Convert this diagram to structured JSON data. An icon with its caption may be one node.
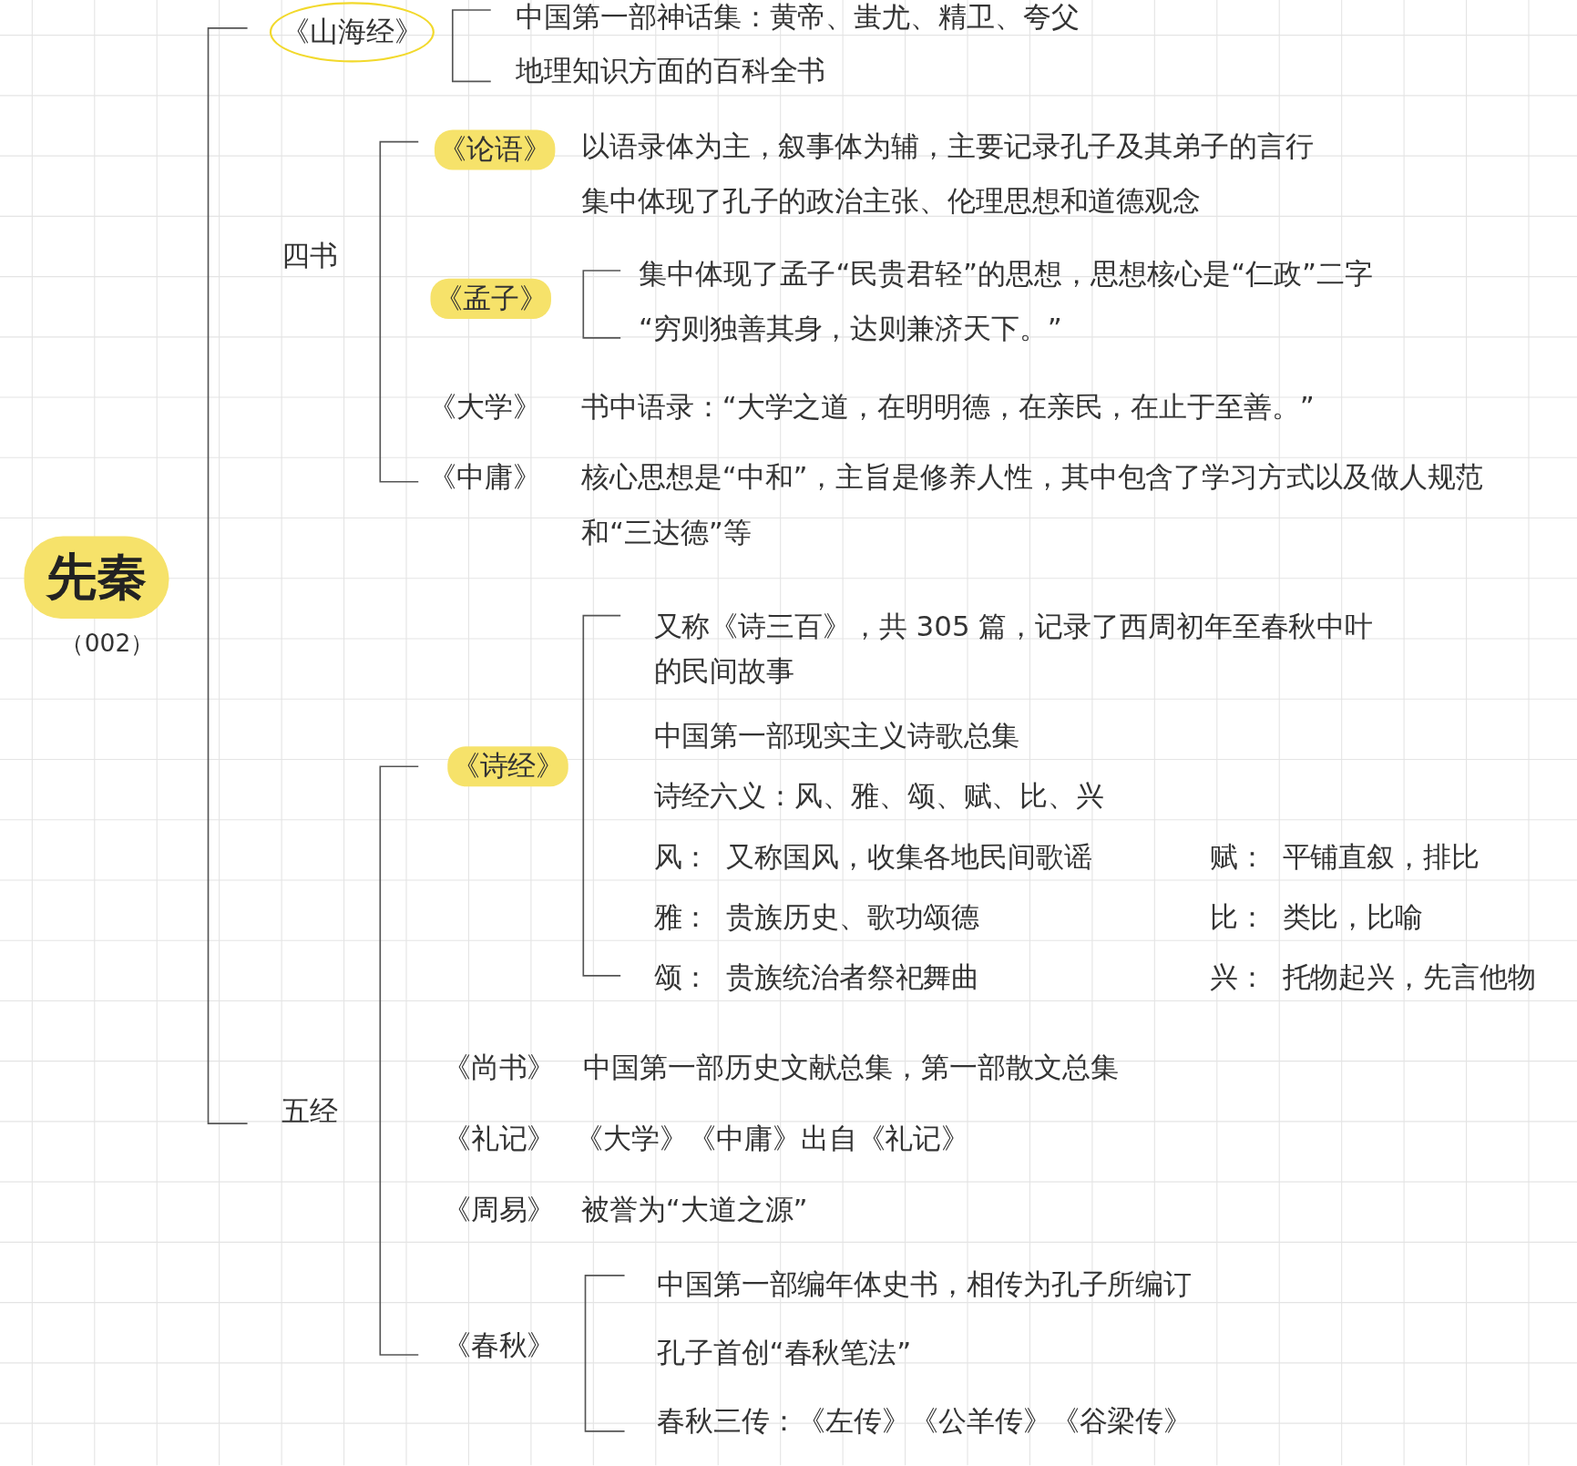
{
  "diagram": {
    "nodes": [
      {
        "text": [
          "先秦"
        ],
        "beside": [
          "（002）"
        ]
      },
      {
        "text": [
          "《山海经》"
        ]
      },
      {
        "text": [
          "中国第一部神话集：黄帝、蚩尤、精卫、夸父"
        ]
      },
      {
        "text": [
          "地理知识方面的百科全书"
        ]
      },
      {
        "text": [
          "四书"
        ]
      },
      {
        "text": [
          "《论语》"
        ]
      },
      {
        "text": [
          "以语录体为主，叙事体为辅，主要记录孔子及其弟子的言行"
        ]
      },
      {
        "text": [
          "集中体现了孔子的政治主张、伦理思想和道德观念"
        ]
      },
      {
        "text": [
          "《孟子》"
        ]
      },
      {
        "text": [
          "集中体现了孟子“民贵君轻”的思想，思想核心是“仁政”二字"
        ]
      },
      {
        "text": [
          "“穷则独善其身，达则兼济天下。”"
        ]
      },
      {
        "text": [
          "《大学》"
        ]
      },
      {
        "text": [
          "书中语录：“大学之道，在明明德，在亲民，在止于至善。”"
        ]
      },
      {
        "text": [
          "《中庸》"
        ]
      },
      {
        "text": [
          "核心思想是“中和”，主旨是修养人性，其中包含了学习方式以及做人规范和“三达德”等"
        ]
      },
      {
        "text": [
          "五经"
        ]
      },
      {
        "text": [
          "《诗经》"
        ]
      },
      {
        "text": [
          "又称《诗三百》，共 305 篇，记录了西周初年至春秋中叶的民间故事"
        ]
      },
      {
        "text": [
          "中国第一部现实主义诗歌总集"
        ]
      },
      {
        "text": [
          "诗经六义：风、雅、颂、赋、比、兴"
        ]
      },
      {
        "text": [
          "风：",
          "又称国风，收集各地民间歌谣"
        ]
      },
      {
        "text": [
          "赋：",
          "平铺直叙，排比"
        ]
      },
      {
        "text": [
          "雅：",
          "贵族历史、歌功颂德"
        ]
      },
      {
        "text": [
          "比：",
          "类比，比喻"
        ]
      },
      {
        "text": [
          "颂：",
          "贵族统治者祭祀舞曲"
        ]
      },
      {
        "text": [
          "兴：",
          "托物起兴，先言他物"
        ]
      },
      {
        "text": [
          "《尚书》"
        ]
      },
      {
        "text": [
          "中国第一部历史文献总集，第一部散文总集"
        ]
      },
      {
        "text": [
          "《礼记》"
        ]
      },
      {
        "text": [
          "《大学》《中庸》出自《礼记》"
        ]
      },
      {
        "text": [
          "《周易》"
        ]
      },
      {
        "text": [
          "被誉为“大道之源”"
        ]
      },
      {
        "text": [
          "《春秋》"
        ]
      },
      {
        "text": [
          "中国第一部编年体史书，相传为孔子所编订"
        ]
      },
      {
        "text": [
          "孔子首创“春秋笔法”"
        ]
      },
      {
        "text": [
          "春秋三传：《左传》《公羊传》《谷梁传》"
        ]
      }
    ]
  }
}
